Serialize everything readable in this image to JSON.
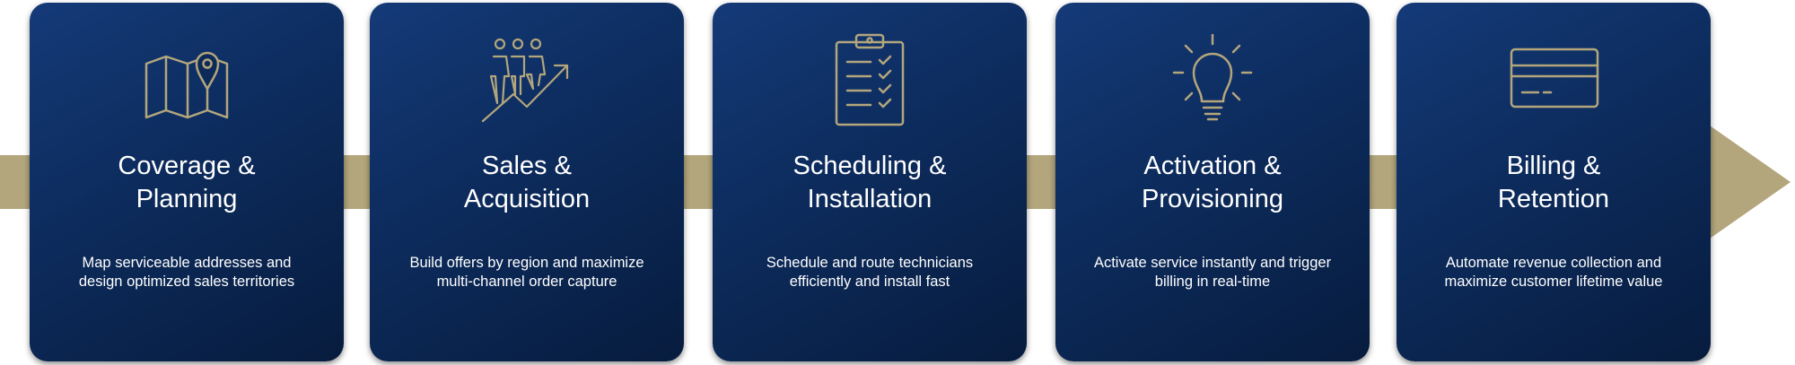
{
  "steps": [
    {
      "icon": "map-pin-icon",
      "title_line1": "Coverage &",
      "title_line2": "Planning",
      "desc_line1": "Map serviceable addresses and",
      "desc_line2": "design optimized sales territories"
    },
    {
      "icon": "people-growth-icon",
      "title_line1": "Sales &",
      "title_line2": "Acquisition",
      "desc_line1": "Build offers by region and maximize",
      "desc_line2": "multi-channel order capture"
    },
    {
      "icon": "clipboard-checklist-icon",
      "title_line1": "Scheduling &",
      "title_line2": "Installation",
      "desc_line1": "Schedule and route technicians",
      "desc_line2": "efficiently and install fast"
    },
    {
      "icon": "lightbulb-icon",
      "title_line1": "Activation &",
      "title_line2": "Provisioning",
      "desc_line1": "Activate service instantly and trigger",
      "desc_line2": "billing in real-time"
    },
    {
      "icon": "credit-card-icon",
      "title_line1": "Billing &",
      "title_line2": "Retention",
      "desc_line1": "Automate revenue collection and",
      "desc_line2": "maximize customer lifetime value"
    }
  ],
  "colors": {
    "card": "#0c2a5a",
    "arrow": "#b3a67c",
    "icon": "#b3a67c",
    "text": "#ffffff"
  }
}
